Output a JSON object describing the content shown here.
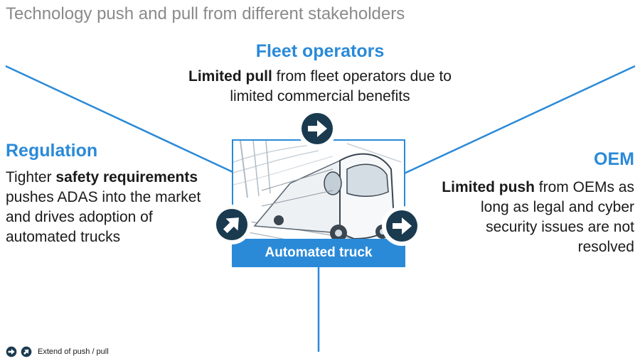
{
  "page_title": "Technology push and pull from different stakeholders",
  "fleet": {
    "heading": "Fleet operators",
    "text_bold": "Limited pull",
    "text_rest": " from fleet operators due to limited commercial benefits"
  },
  "regulation": {
    "heading": "Regulation",
    "text_pre": "Tighter ",
    "text_bold": "safety requirements",
    "text_rest": " pushes ADAS into the market and drives adoption of automated trucks"
  },
  "oem": {
    "heading": "OEM",
    "text_bold": "Limited push",
    "text_rest": " from OEMs as long as legal and cyber security issues are not resolved"
  },
  "center": {
    "label": "Automated truck"
  },
  "legend": {
    "label": "Extend of push / pull"
  },
  "colors": {
    "accent": "#2a8ad8",
    "badge": "#1a3a4f",
    "title_gray": "#8a8a8a"
  },
  "icons": {
    "arrow_right": "arrow-right-circle-icon",
    "arrow_up_right": "arrow-up-right-circle-icon",
    "truck": "truck-illustration"
  }
}
